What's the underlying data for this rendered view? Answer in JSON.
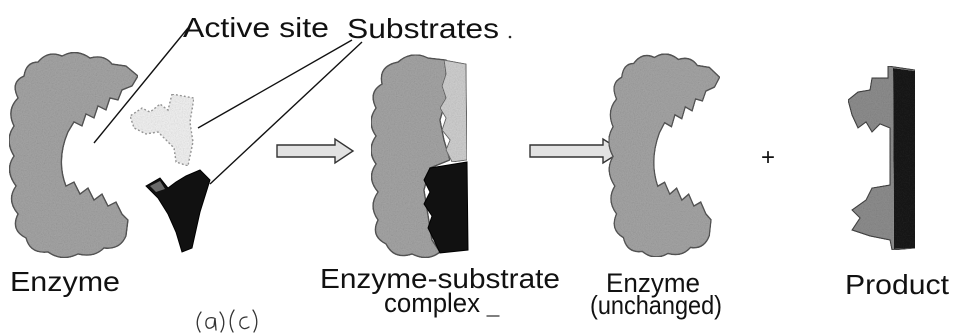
{
  "labels": {
    "active_site": "Active site",
    "substrates": "Substrates",
    "enzyme": "Enzyme",
    "complex_line1": "Enzyme-substrate",
    "complex_line2": "complex",
    "enzyme_unchanged_line1": "Enzyme",
    "enzyme_unchanged_line2": "(unchanged)",
    "plus": "+",
    "product": "Product"
  },
  "colors": {
    "enzyme": "#a3a3a3",
    "enzyme_stroke": "#555555",
    "substrate_light": "#efefef",
    "substrate_light_stroke": "#9a9a9a",
    "substrate_dark": "#111111",
    "complex_light": "#cdcdcd",
    "product_bump": "#8c8c8c",
    "product_bar": "#1a1a1a",
    "arrow_fill": "#e2e2e2",
    "arrow_stroke": "#333333"
  }
}
